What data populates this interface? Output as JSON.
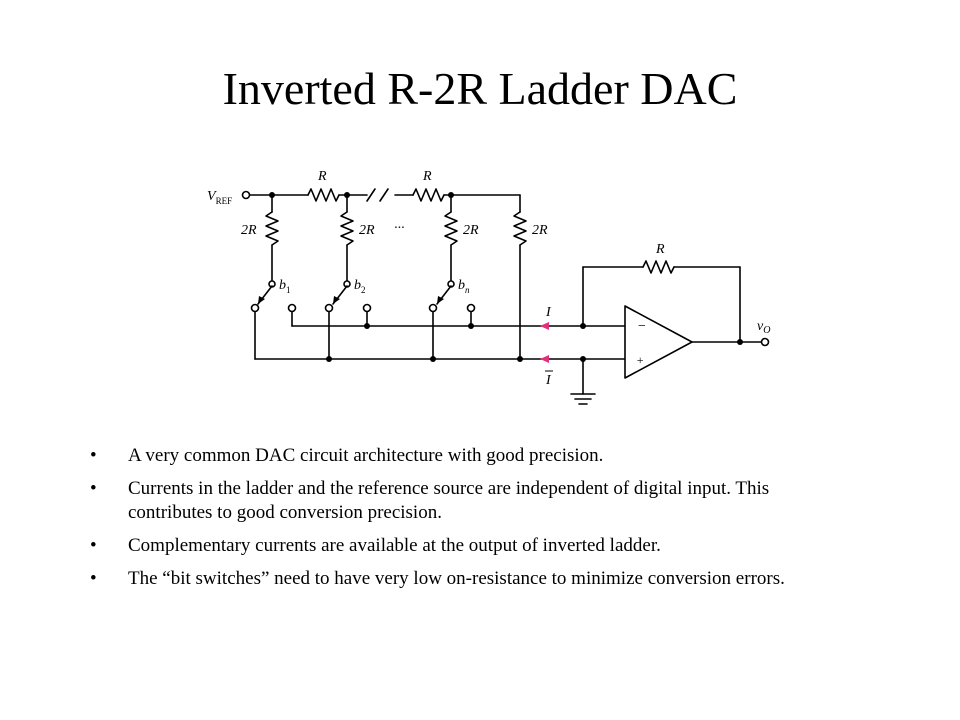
{
  "slide": {
    "title": "Inverted R-2R Ladder DAC"
  },
  "circuit": {
    "vref_label": "V",
    "vref_sub": "REF",
    "r_label": "R",
    "two_r_label": "2R",
    "dots": "···",
    "bits": [
      {
        "base": "b",
        "sub": "1"
      },
      {
        "base": "b",
        "sub": "2"
      },
      {
        "base": "b",
        "sub": "n"
      }
    ],
    "current_label": "I",
    "current_bar_label": "I",
    "minus_sign": "−",
    "plus_sign": "+",
    "output_label": "v",
    "output_sub": "O",
    "arrow_color": "#e0307a"
  },
  "bullets": [
    "A very common DAC circuit architecture with good precision.",
    "Currents in the ladder and the reference source are independent of digital input.  This contributes to good conversion precision.",
    "Complementary currents are available at the  output of inverted ladder.",
    "The “bit switches” need to have very low on-resistance to minimize conversion errors."
  ]
}
